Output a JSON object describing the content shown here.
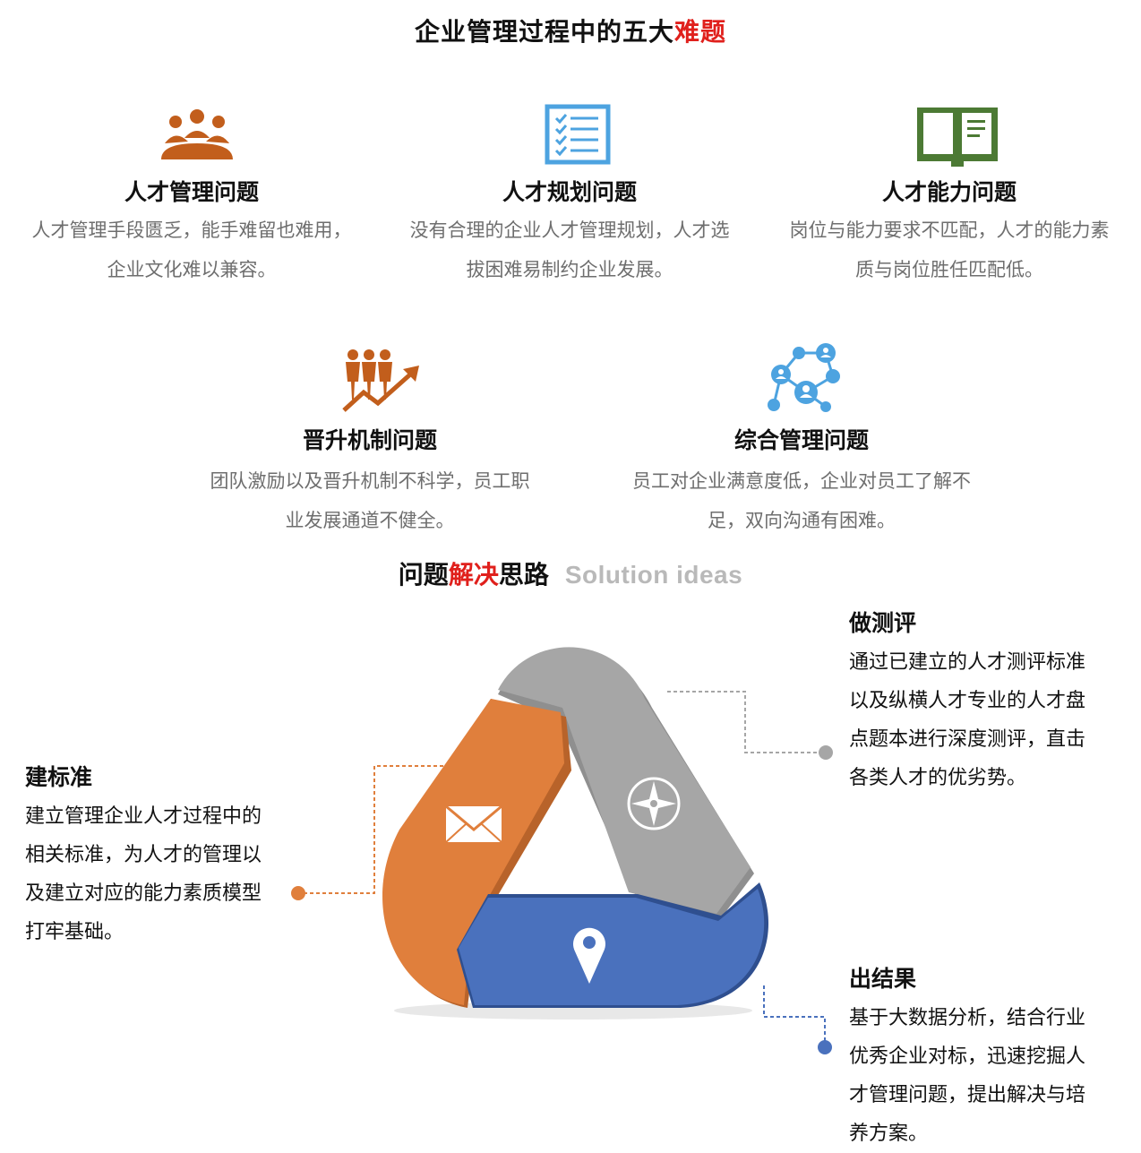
{
  "title": {
    "part1": "企业管理过程中的五大",
    "part2": "难题"
  },
  "problems": [
    {
      "icon": "meeting-people-icon",
      "title": "人才管理问题",
      "desc_line1": "人才管理手段匮乏，能手难留也难用，",
      "desc_line2": "企业文化难以兼容。"
    },
    {
      "icon": "checklist-icon",
      "title": "人才规划问题",
      "desc_line1": "没有合理的企业人才管理规划，人才选",
      "desc_line2": "拔困难易制约企业发展。"
    },
    {
      "icon": "open-book-icon",
      "title": "人才能力问题",
      "desc_line1": "岗位与能力要求不匹配，人才的能力素",
      "desc_line2": "质与岗位胜任匹配低。"
    },
    {
      "icon": "growth-people-icon",
      "title": "晋升机制问题",
      "desc_line1": "团队激励以及晋升机制不科学，员工职",
      "desc_line2": "业发展通道不健全。"
    },
    {
      "icon": "network-people-icon",
      "title": "综合管理问题",
      "desc_line1": "员工对企业满意度低，企业对员工了解不",
      "desc_line2": "足，双向沟通有困难。"
    }
  ],
  "solution": {
    "part1": "问题",
    "part2": "解决",
    "part3": "思路",
    "english": "Solution ideas"
  },
  "steps": {
    "left": {
      "title": "建标准",
      "lines": [
        "建立管理企业人才过程中的",
        "相关标准，为人才的管理以",
        "及建立对应的能力素质模型",
        "打牢基础。"
      ]
    },
    "top_right": {
      "title": "做测评",
      "lines": [
        "通过已建立的人才测评标准",
        "以及纵横人才专业的人才盘",
        "点题本进行深度测评，直击",
        "各类人才的优劣势。"
      ]
    },
    "bottom_right": {
      "title": "出结果",
      "lines": [
        "基于大数据分析，结合行业",
        "优秀企业对标，迅速挖掘人",
        "才管理问题，提出解决与培",
        "养方案。"
      ]
    }
  },
  "colors": {
    "icon_orange": "#c25e1c",
    "icon_blue": "#4da3e0",
    "icon_green": "#4c7a34",
    "accent_red": "#e0201c",
    "arrow_orange": "#e07f3c",
    "arrow_gray": "#a6a6a6",
    "arrow_blue": "#4a71bd",
    "subtitle_gray": "#b9b9b9"
  }
}
